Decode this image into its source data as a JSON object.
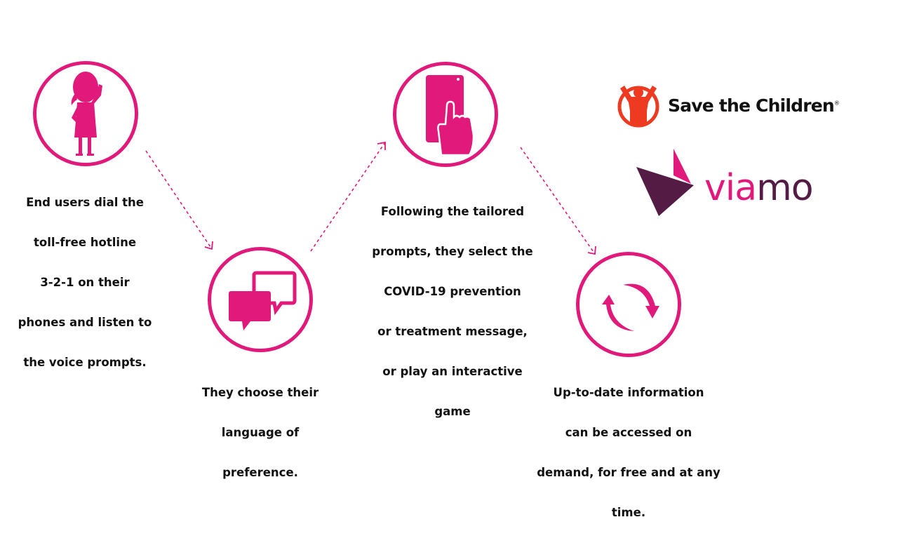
{
  "steps": [
    {
      "icon": "woman-on-phone-icon",
      "lines": [
        "End users dial the",
        "toll-free hotline",
        "3-2-1 on their",
        "phones and listen to",
        "the voice prompts."
      ]
    },
    {
      "icon": "speech-bubbles-icon",
      "lines": [
        "They choose their",
        "language of",
        "preference."
      ]
    },
    {
      "icon": "touchscreen-phone-icon",
      "lines": [
        "Following the tailored",
        "prompts, they select the",
        "COVID-19 prevention",
        "or treatment message,",
        "or play an interactive",
        "game"
      ]
    },
    {
      "icon": "refresh-cycle-icon",
      "lines": [
        "Up-to-date information",
        "can be accessed on",
        "demand, for free and at any",
        "time."
      ]
    }
  ],
  "logos": {
    "save_the_children": {
      "text": "Save the Children",
      "mark": "®",
      "color": "#ef3a22"
    },
    "viamo": {
      "text_pink": "via",
      "text_purple": "mo",
      "pink": "#e0197a",
      "purple": "#541c45"
    }
  },
  "colors": {
    "accent": "#e0197a",
    "text": "#111111"
  }
}
